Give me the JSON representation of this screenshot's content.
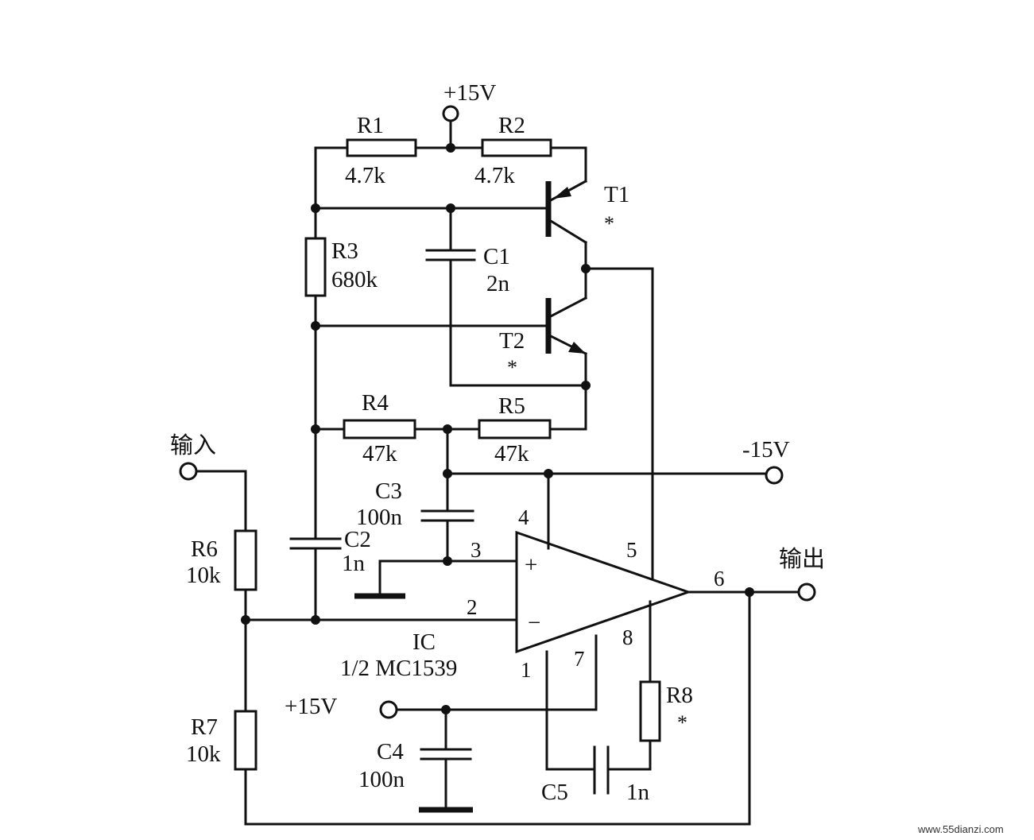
{
  "supply": {
    "pos_top": "+15V",
    "neg": "-15V",
    "pos_bottom": "+15V"
  },
  "io": {
    "input": "输入",
    "output": "输出"
  },
  "components": {
    "r1": {
      "name": "R1",
      "value": "4.7k"
    },
    "r2": {
      "name": "R2",
      "value": "4.7k"
    },
    "r3": {
      "name": "R3",
      "value": "680k"
    },
    "r4": {
      "name": "R4",
      "value": "47k"
    },
    "r5": {
      "name": "R5",
      "value": "47k"
    },
    "r6": {
      "name": "R6",
      "value": "10k"
    },
    "r7": {
      "name": "R7",
      "value": "10k"
    },
    "r8": {
      "name": "R8",
      "mark": "*"
    },
    "c1": {
      "name": "C1",
      "value": "2n"
    },
    "c2": {
      "name": "C2",
      "value": "1n"
    },
    "c3": {
      "name": "C3",
      "value": "100n"
    },
    "c4": {
      "name": "C4",
      "value": "100n"
    },
    "c5": {
      "name": "C5",
      "value": "1n"
    },
    "t1": {
      "name": "T1",
      "mark": "*"
    },
    "t2": {
      "name": "T2",
      "mark": "*"
    },
    "ic": {
      "name": "IC",
      "part": "1/2 MC1539"
    }
  },
  "pins": {
    "p1": "1",
    "p2": "2",
    "p3": "3",
    "p4": "4",
    "p5": "5",
    "p6": "6",
    "p7": "7",
    "p8": "8",
    "plus": "+",
    "minus": "−"
  },
  "watermark": "www.55dianzi.com"
}
